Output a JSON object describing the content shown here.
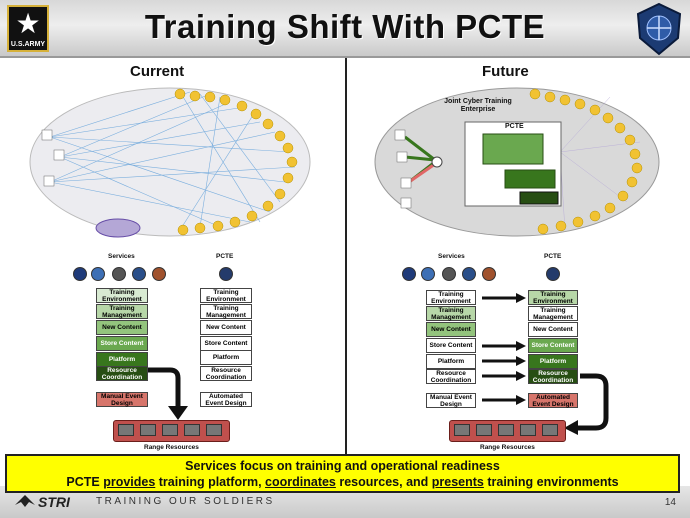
{
  "header": {
    "title": "Training Shift With PCTE",
    "army_label": "U.S.ARMY"
  },
  "current": {
    "heading": "Current",
    "services_label": "Services",
    "pcte_label": "PCTE",
    "left_boxes": [
      "Training Environment",
      "Training Management",
      "New Content",
      "Store Content",
      "Platform",
      "Resource Coordination",
      "Manual Event Design"
    ],
    "right_boxes": [
      "Training Environment",
      "Training Management",
      "New Content",
      "Store Content",
      "Platform",
      "Resource Coordination",
      "Automated Event Design"
    ],
    "range_label": "Range Resources"
  },
  "future": {
    "heading": "Future",
    "enterprise_label": "Joint Cyber Training Enterprise",
    "pcte_inner": "PCTE",
    "services_label": "Services",
    "pcte_label": "PCTE",
    "left_boxes": [
      "Training Environment",
      "Training Management",
      "New Content",
      "Store Content",
      "Platform",
      "Resource Coordination",
      "Manual Event Design"
    ],
    "right_boxes": [
      "Training Environment",
      "Training Management",
      "New Content",
      "Store Content",
      "Platform",
      "Resource Coordination",
      "Automated Event Design"
    ],
    "range_label": "Range Resources"
  },
  "banner": {
    "line1": "Services focus on training and operational readiness",
    "l2a": "PCTE ",
    "l2b": "provides",
    "l2c": " training platform, ",
    "l2d": "coordinates",
    "l2e": " resources, and ",
    "l2f": "presents",
    "l2g": " training environments"
  },
  "footer": {
    "logo": "STRI",
    "tagline": "TRAINING OUR SOLDIERS",
    "page": "14"
  }
}
